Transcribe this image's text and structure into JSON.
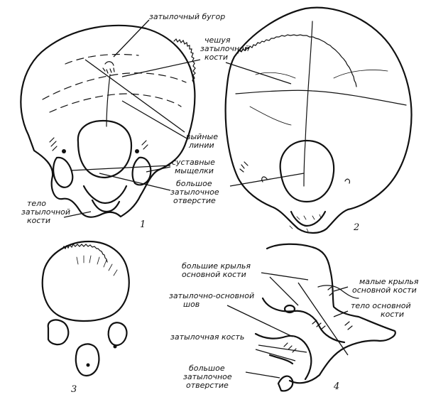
{
  "figure": {
    "labels": {
      "occipital_protuberance": "затылочный бугор",
      "squama_1": "чешуя",
      "squama_2": "затылочной",
      "squama_3": "кости",
      "nuchal_1": "выйные",
      "nuchal_2": "линии",
      "condyles_1": "суставные",
      "condyles_2": "мыщелки",
      "foramen_1": "большое",
      "foramen_2": "затылочное",
      "foramen_3": "отверстие",
      "body_1": "тело",
      "body_2": "затылочной",
      "body_3": "кости",
      "greater_wings_1": "большие крылья",
      "greater_wings_2": "основной кости",
      "lesser_wings_1": "малые крылья",
      "lesser_wings_2": "основной кости",
      "spheno_occipital_1": "затылочно-основной",
      "spheno_occipital_2": "шов",
      "sphenoid_body_1": "тело основной",
      "sphenoid_body_2": "кости",
      "occipital_bone": "затылочная кость",
      "foramen4_1": "большое",
      "foramen4_2": "затылочное",
      "foramen4_3": "отверстие"
    },
    "numbers": {
      "fig1": "1",
      "fig2": "2",
      "fig3": "3",
      "fig4": "4"
    }
  }
}
